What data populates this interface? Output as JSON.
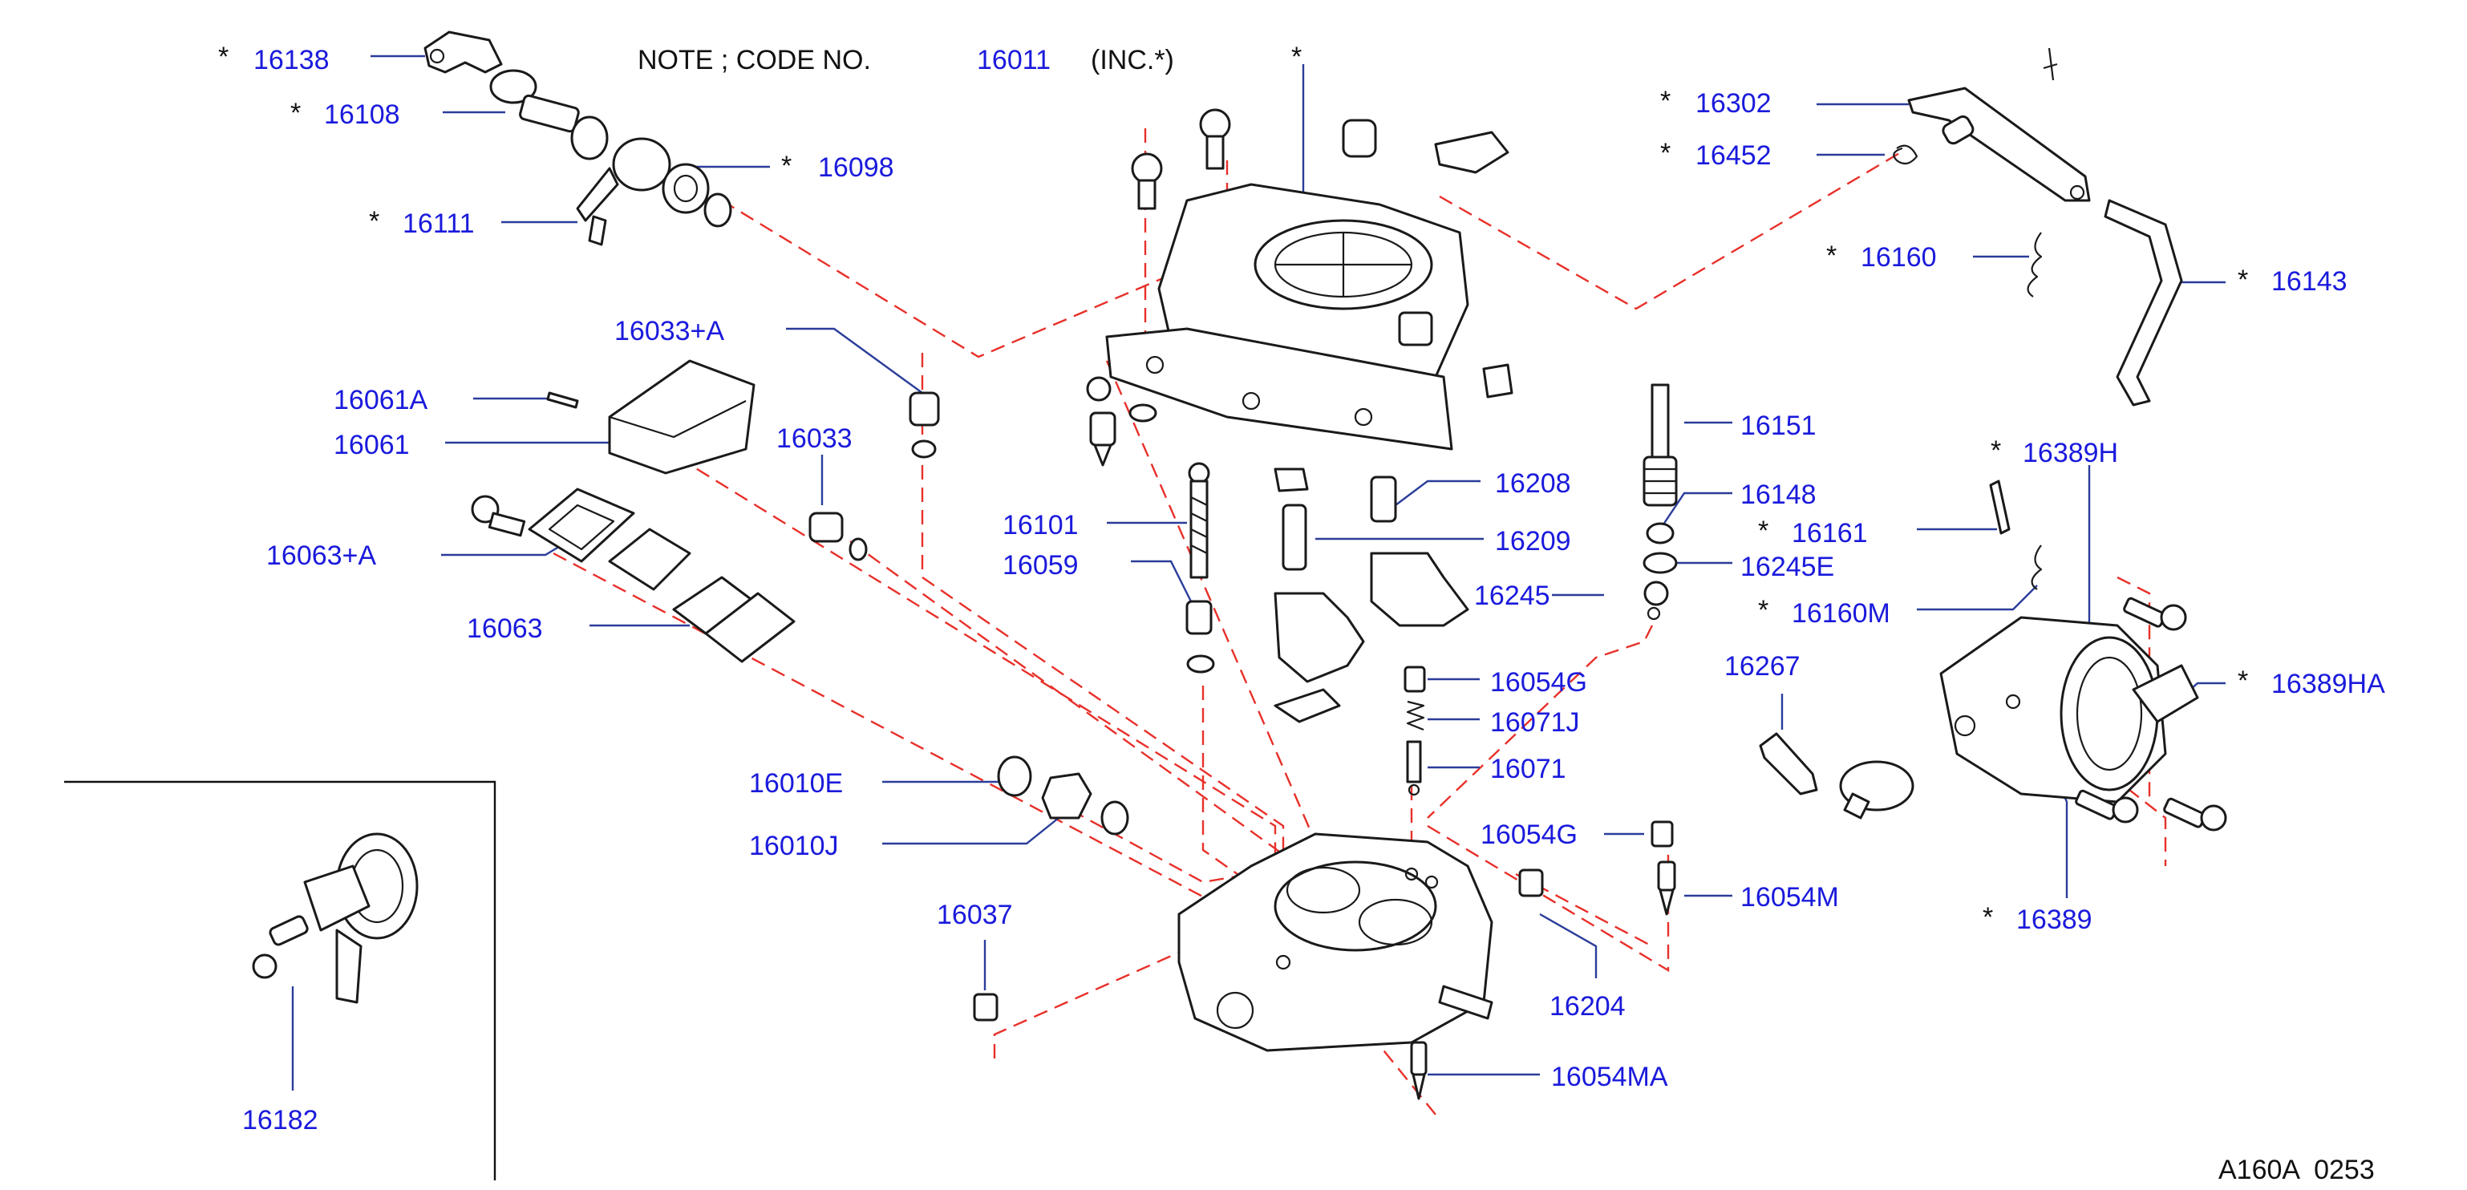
{
  "note": {
    "prefix": "NOTE ; CODE NO.",
    "code": "16011",
    "suffix": "(INC.*)"
  },
  "asterisk": "*",
  "diagram_code": "A160A  0253",
  "colors": {
    "label": "#1a1adc",
    "leader": "#2a3d9a",
    "dashed": "#e8302a",
    "line": "#1a1a1a"
  },
  "labels": {
    "p16138": "16138",
    "p16108": "16108",
    "p16098": "16098",
    "p16111": "16111",
    "p16033A": "16033+A",
    "p16061A": "16061A",
    "p16061": "16061",
    "p16033": "16033",
    "p16063A": "16063+A",
    "p16063": "16063",
    "p16101": "16101",
    "p16059": "16059",
    "p16208": "16208",
    "p16209": "16209",
    "p16245": "16245",
    "p16151": "16151",
    "p16148": "16148",
    "p16245E": "16245E",
    "p16054G_a": "16054G",
    "p16071J": "16071J",
    "p16071": "16071",
    "p16010E": "16010E",
    "p16010J": "16010J",
    "p16054G_b": "16054G",
    "p16054M": "16054M",
    "p16037": "16037",
    "p16204": "16204",
    "p16054MA": "16054MA",
    "p16182": "16182",
    "p16302": "16302",
    "p16452": "16452",
    "p16160": "16160",
    "p16143": "16143",
    "p16389H": "16389H",
    "p16161": "16161",
    "p16160M": "16160M",
    "p16267": "16267",
    "p16389HA": "16389HA",
    "p16389": "16389"
  }
}
